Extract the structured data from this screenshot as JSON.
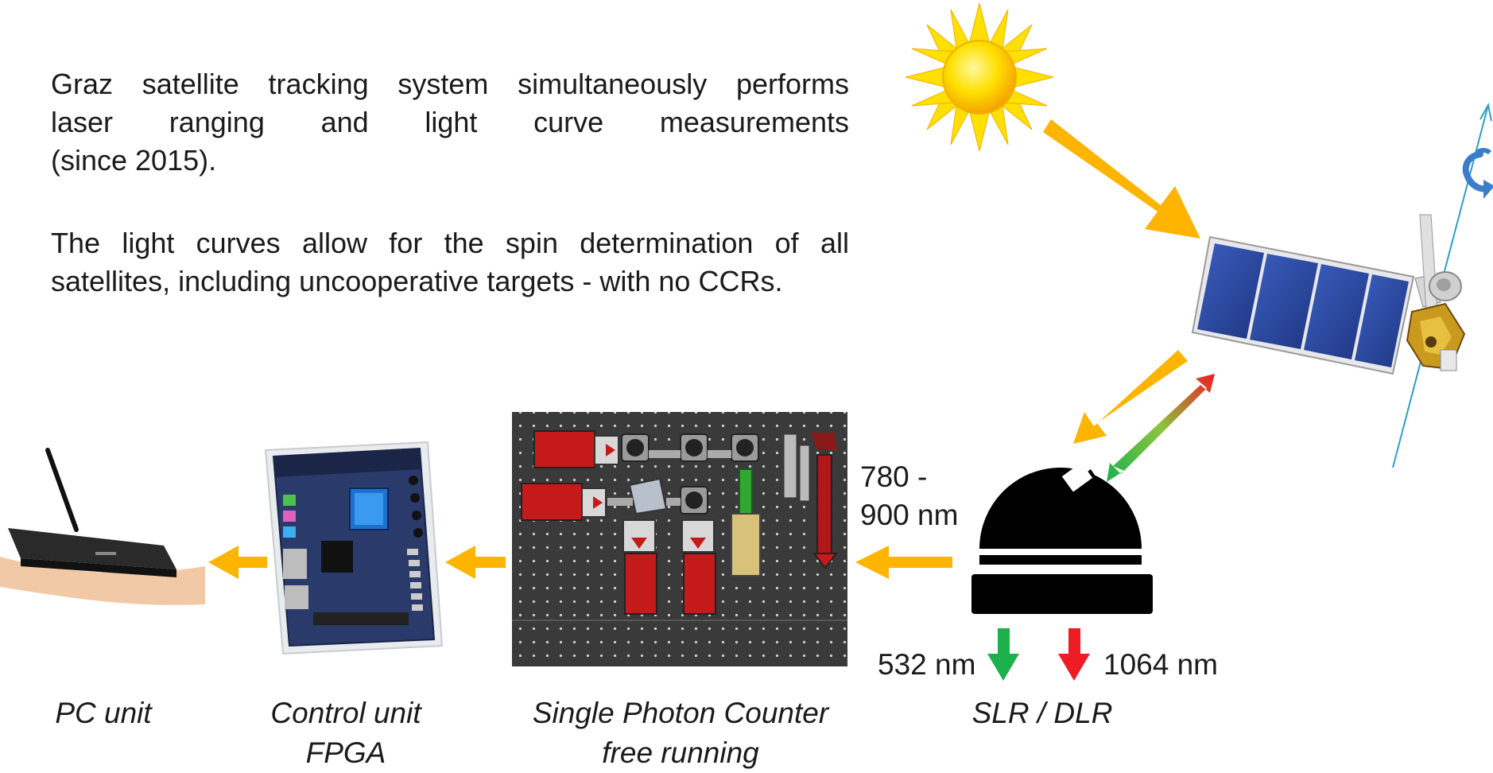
{
  "paragraphs": {
    "p1_line1": "Graz satellite tracking system simultaneously performs",
    "p1_line2": "laser ranging and light curve measurements",
    "p1_line3": "(since 2015).",
    "p2": "The light curves allow for the spin determination of all satellites, including uncooperative targets - with no CCRs."
  },
  "captions": {
    "pc_unit": "PC unit",
    "control_unit_l1": "Control unit",
    "control_unit_l2": "FPGA",
    "spc_l1": "Single Photon Counter",
    "spc_l2": "free running",
    "slr": "SLR / DLR"
  },
  "wavelengths": {
    "detect_l1": "780 -",
    "detect_l2": "900 nm",
    "green": "532 nm",
    "red": "1064 nm"
  },
  "colors": {
    "arrow_orange": "#FFB400",
    "arrow_green": "#1DB14B",
    "arrow_red": "#EE1C24",
    "sun_yellow": "#FFE000",
    "panel_blue": "#2E4FA8",
    "axis_teal": "#2E9FC4",
    "board_grey": "#3A3A3A",
    "detector_red": "#C41A1A"
  },
  "icons": {
    "sun": "sun-icon",
    "satellite": "satellite-icon",
    "observatory": "observatory-dome-icon",
    "spin": "spin-rotation-icon",
    "pc": "mini-pc-icon",
    "fpga": "fpga-board-icon",
    "spc": "photon-counter-board-icon"
  }
}
